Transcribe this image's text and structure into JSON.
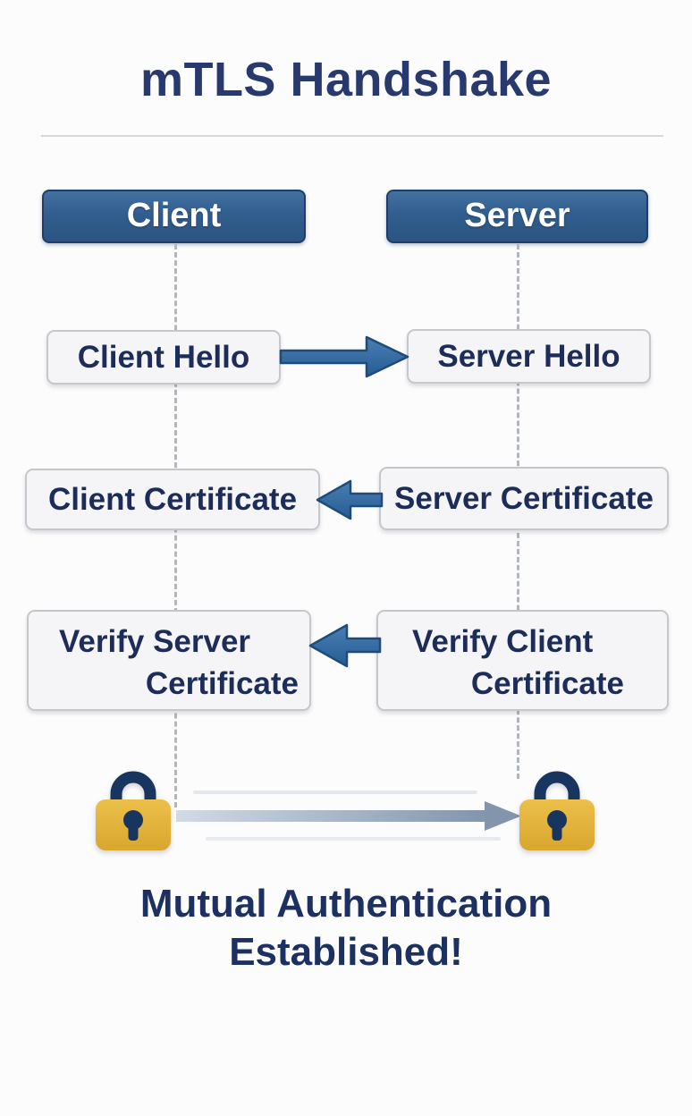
{
  "diagram": {
    "title": "mTLS Handshake",
    "actors": {
      "client": "Client",
      "server": "Server"
    },
    "steps": {
      "client_hello": "Client Hello",
      "server_hello": "Server Hello",
      "client_certificate": "Client Certificate",
      "server_certificate": "Server Certificate",
      "verify_server_line1": "Verify Server",
      "verify_server_line2": "Certificate",
      "verify_client_line1": "Verify Client",
      "verify_client_line2": "Certificate"
    },
    "arrows": {
      "hello_direction": "right",
      "certificate_direction": "left",
      "verify_direction": "left",
      "mutual_direction": "right"
    },
    "icons": {
      "left_lock": "padlock-icon",
      "right_lock": "padlock-icon"
    },
    "result": {
      "line1": "Mutual Authentication",
      "line2": "Established!"
    },
    "colors": {
      "actor_blue": "#315e90",
      "actor_border": "#1e3f6e",
      "title_navy": "#27396d",
      "box_text_navy": "#1d2d59",
      "box_bg": "#f5f5f7",
      "box_border": "#c5c7cb",
      "arrow_blue": "#2f6ba3",
      "arrow_blue_border": "#1d4c7c",
      "lock_gold": "#e0af38",
      "lock_navy": "#18355f",
      "mutual_arrow_gray": "#8898b0"
    }
  }
}
